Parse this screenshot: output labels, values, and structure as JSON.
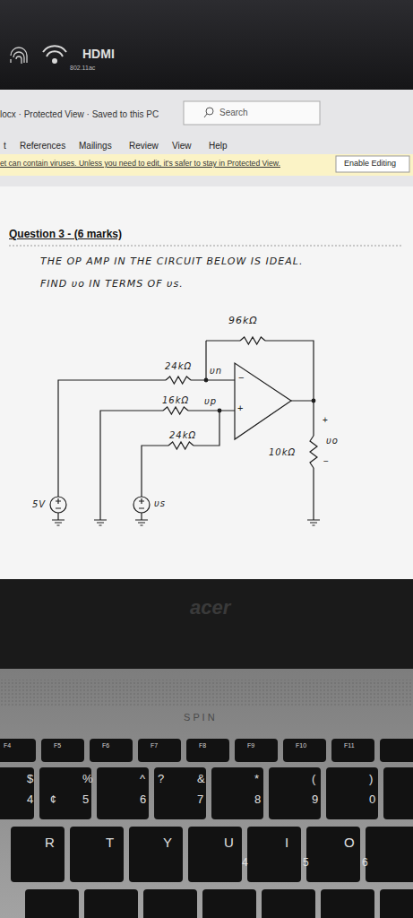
{
  "diagram": {
    "title": "Question 3 - (6 marks)",
    "labels": [
      "HDMI",
      "802.11ac",
      "locx · Protected View · Saved to this PC",
      "Search",
      "t",
      "References",
      "Mailings",
      "Review",
      "View",
      "Help",
      "et can contain viruses. Unless you need to edit, it's safer to stay in Protected View.",
      "Enable Editing",
      "THE OP AMP IN THE CIRCUIT BELOW IS IDEAL.",
      "FIND υo IN TERMS OF υs.",
      "96kΩ",
      "24kΩ",
      "υn",
      "16kΩ",
      "υp",
      "24kΩ",
      "−",
      "+",
      "+",
      "υo",
      "−",
      "10kΩ",
      "5V",
      "υs",
      "acer",
      "S P I N",
      "F4",
      "F5",
      "F6",
      "F7",
      "F8",
      "F9",
      "F10",
      "F11",
      "$",
      "4",
      "¢",
      "%",
      "5",
      "^",
      "6",
      "?",
      "&",
      "7",
      "*",
      "8",
      "(",
      "9",
      ")",
      "0",
      "R",
      "T",
      "Y",
      "U",
      "4",
      "I",
      "5",
      "O",
      "6"
    ]
  }
}
